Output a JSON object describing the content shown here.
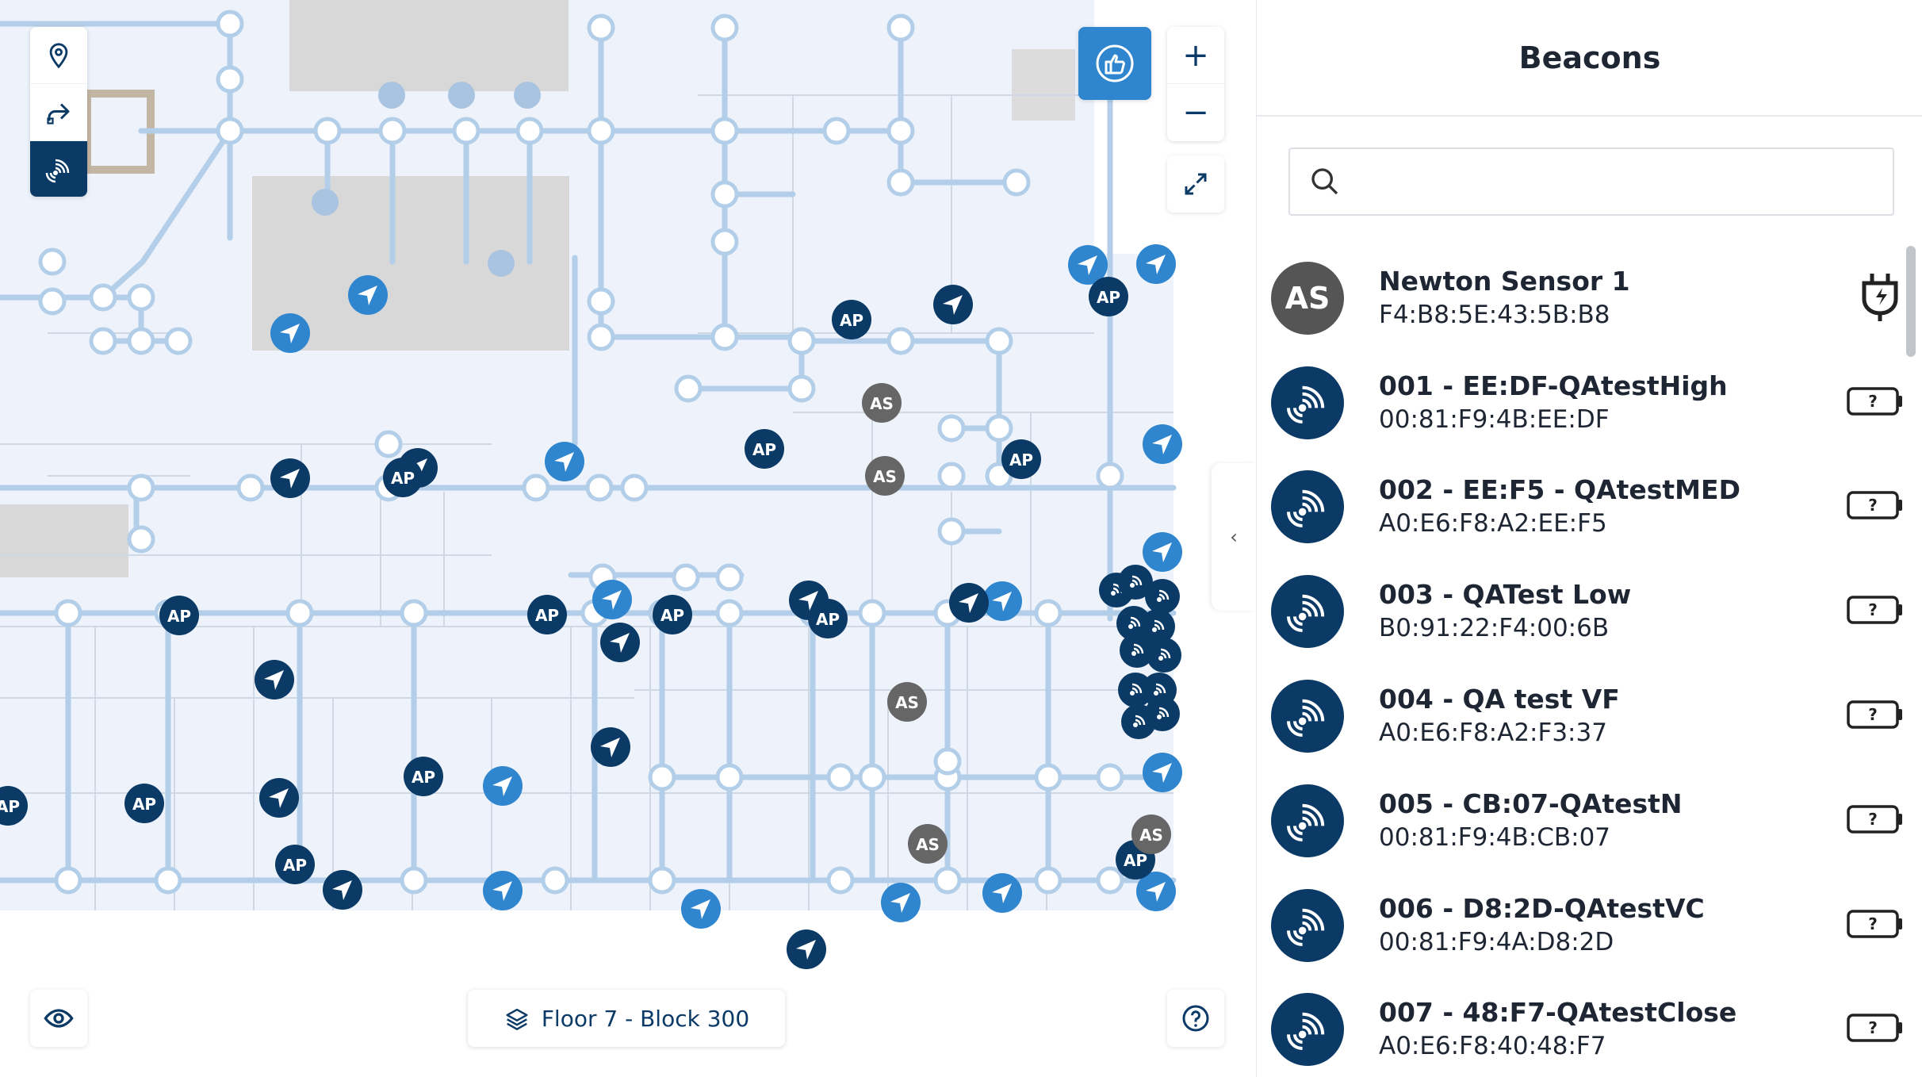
{
  "map": {
    "floor_label": "Floor 7 - Block 300",
    "marker_ap": "AP",
    "marker_as": "AS",
    "colors": {
      "building": "#eef3fb",
      "path": "#b3cee8",
      "room_gray": "#d6d6d6",
      "navy": "#0b3a66",
      "blue": "#2f86cf",
      "gray_marker": "#666666"
    },
    "icons": {
      "left_tools": [
        "location-pin-icon",
        "share-route-icon",
        "beacon-icon"
      ],
      "feedback": "thumbs-up-icon",
      "zoom_in": "plus-icon",
      "zoom_out": "minus-icon",
      "fullscreen": "expand-icon",
      "visibility": "eye-icon",
      "help": "help-icon",
      "floors": "layers-icon"
    },
    "zoom_in_label": "+",
    "zoom_out_label": "−",
    "collapse_label": "‹"
  },
  "panel": {
    "title": "Beacons",
    "search": {
      "value": "",
      "placeholder": ""
    },
    "items": [
      {
        "name": "Newton Sensor 1",
        "mac": "F4:B8:5E:43:5B:B8",
        "avatar": "AS",
        "status": "plug-charging-icon"
      },
      {
        "name": "001 - EE:DF-QAtestHigh",
        "mac": "00:81:F9:4B:EE:DF",
        "avatar": "beacon",
        "status": "battery-unknown-icon"
      },
      {
        "name": "002 - EE:F5 - QAtestMED",
        "mac": "A0:E6:F8:A2:EE:F5",
        "avatar": "beacon",
        "status": "battery-unknown-icon"
      },
      {
        "name": "003 - QATest Low",
        "mac": "B0:91:22:F4:00:6B",
        "avatar": "beacon",
        "status": "battery-unknown-icon"
      },
      {
        "name": "004 - QA test VF",
        "mac": "A0:E6:F8:A2:F3:37",
        "avatar": "beacon",
        "status": "battery-unknown-icon"
      },
      {
        "name": "005 - CB:07-QAtestN",
        "mac": "00:81:F9:4B:CB:07",
        "avatar": "beacon",
        "status": "battery-unknown-icon"
      },
      {
        "name": "006 - D8:2D-QAtestVC",
        "mac": "00:81:F9:4A:D8:2D",
        "avatar": "beacon",
        "status": "battery-unknown-icon"
      },
      {
        "name": "007 - 48:F7-QAtestClose",
        "mac": "A0:E6:F8:40:48:F7",
        "avatar": "beacon",
        "status": "battery-unknown-icon"
      }
    ],
    "battery_label": "?"
  }
}
